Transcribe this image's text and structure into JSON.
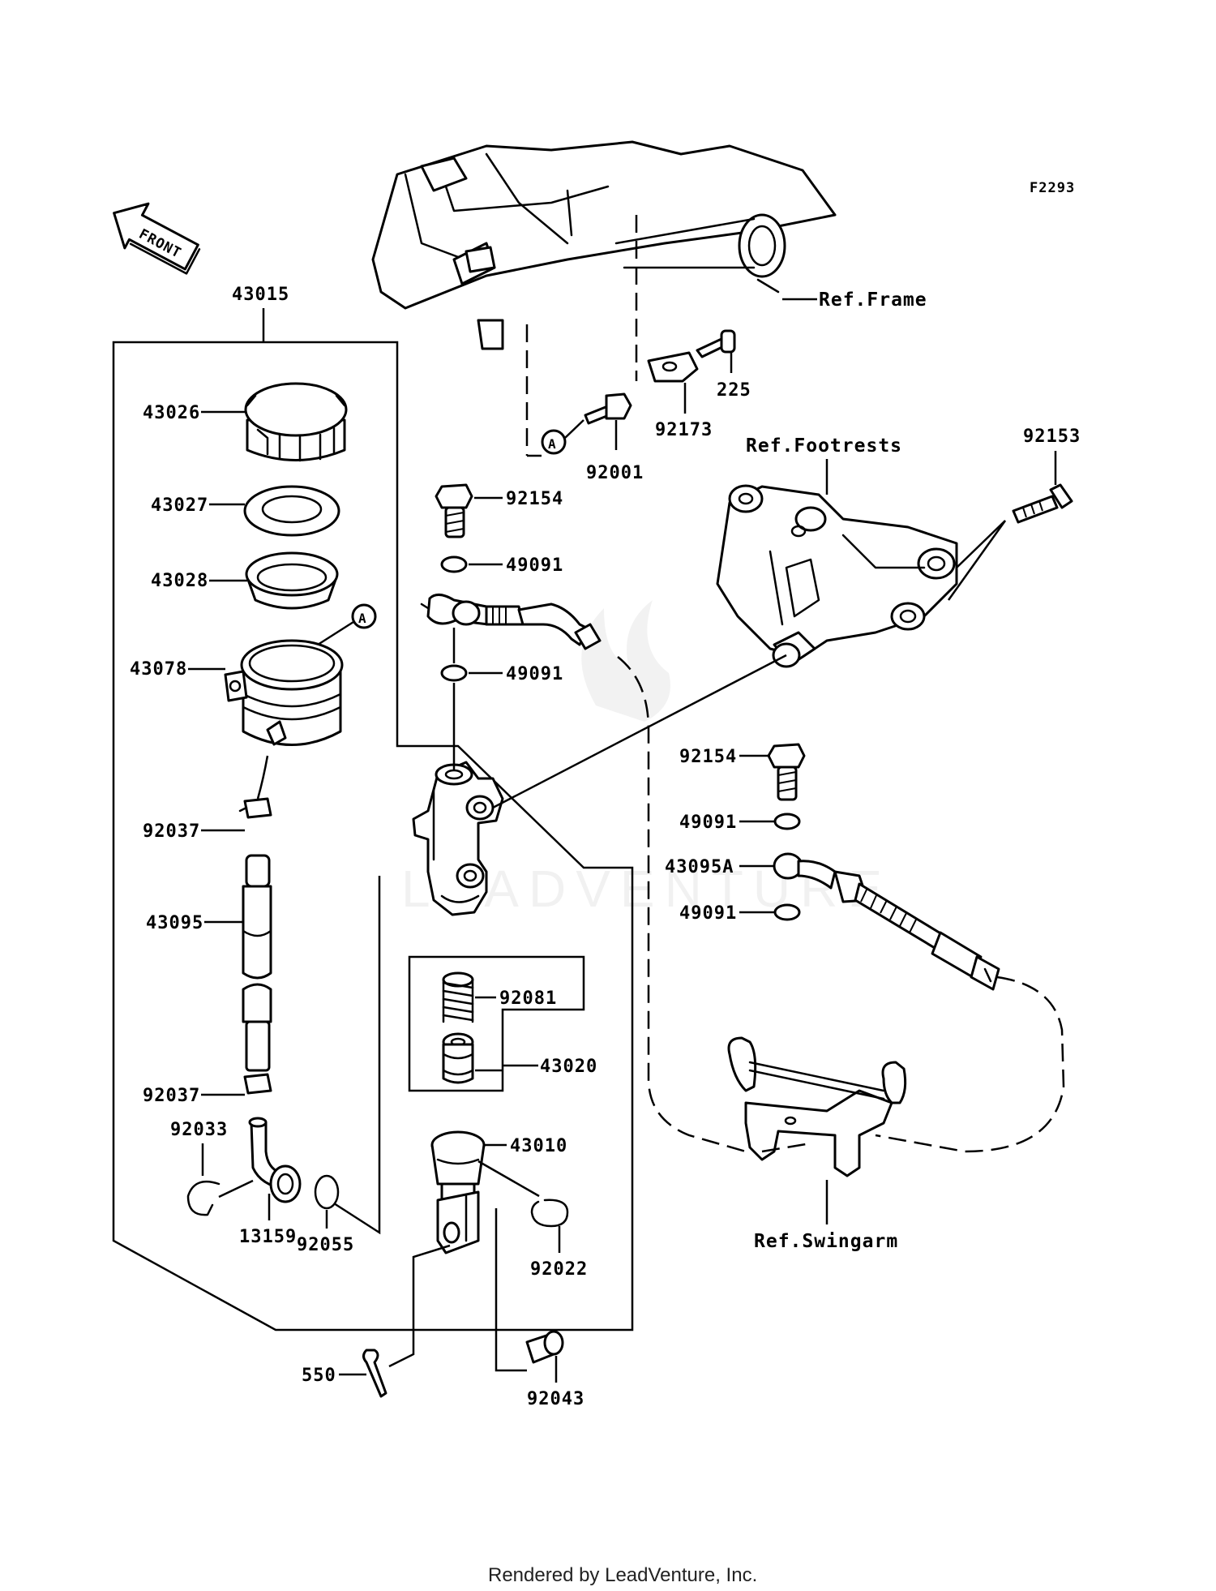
{
  "diagram_code": "F2293",
  "front_label": "FRONT",
  "callout_marker": "A",
  "labels": {
    "p43015": "43015",
    "p43026": "43026",
    "p43027": "43027",
    "p43028": "43028",
    "p43078": "43078",
    "p92037a": "92037",
    "p43095": "43095",
    "p92037b": "92037",
    "p92033": "92033",
    "p13159": "13159",
    "p92055": "92055",
    "p92001": "92001",
    "p92173": "92173",
    "p225": "225",
    "p92153": "92153",
    "p92154a": "92154",
    "p49091a": "49091",
    "p49091b": "49091",
    "p92154b": "92154",
    "p49091c": "49091",
    "p43095a": "43095A",
    "p49091d": "49091",
    "p92081": "92081",
    "p43020": "43020",
    "p43010": "43010",
    "p92022": "92022",
    "p550": "550",
    "p92043": "92043"
  },
  "references": {
    "frame": "Ref.Frame",
    "footrests": "Ref.Footrests",
    "swingarm": "Ref.Swingarm"
  },
  "watermark": "LEADVENTURE",
  "footer": "Rendered by LeadVenture, Inc."
}
